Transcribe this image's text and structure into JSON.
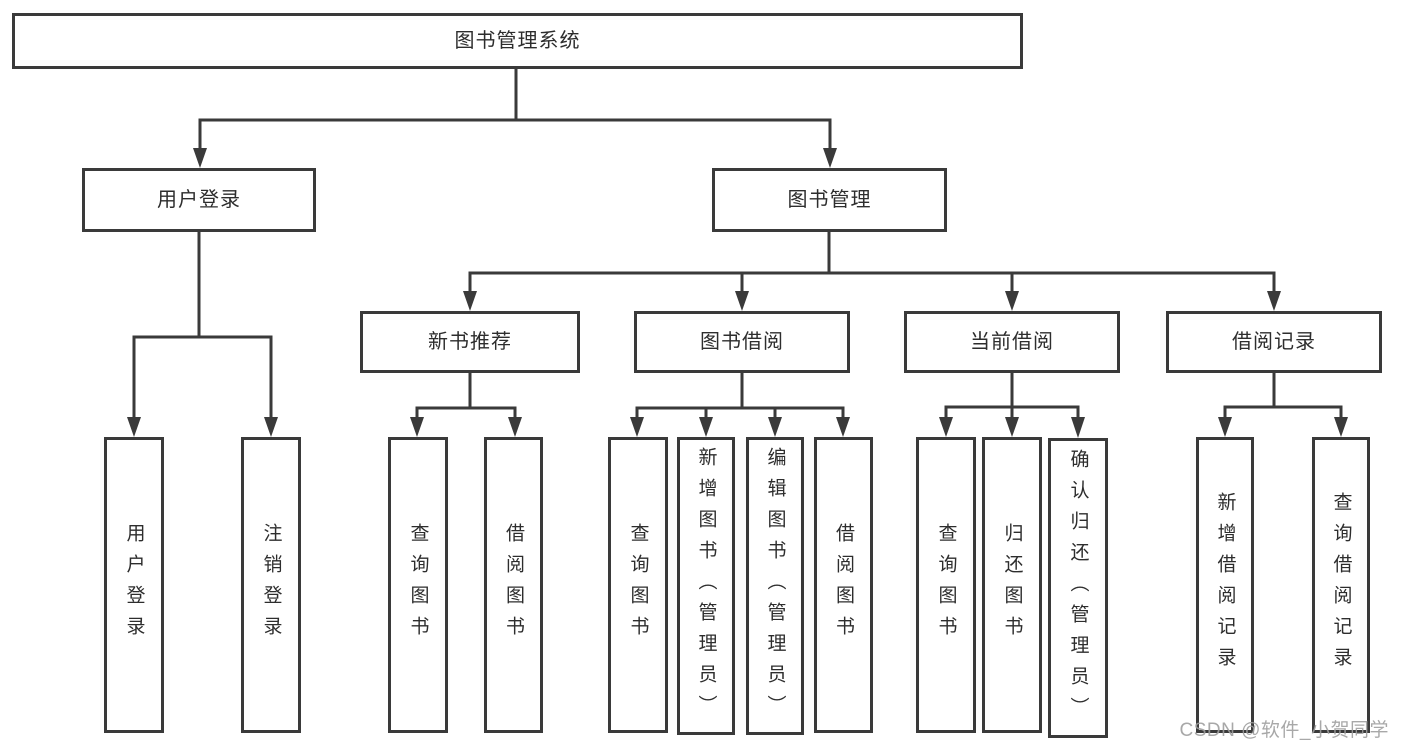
{
  "diagram": {
    "title": "图书管理系统",
    "nodes": {
      "root": {
        "label": "图书管理系统"
      },
      "user_login": {
        "label": "用户登录"
      },
      "book_mgmt": {
        "label": "图书管理"
      },
      "new_book_rec": {
        "label": "新书推荐"
      },
      "book_borrow": {
        "label": "图书借阅"
      },
      "current_borrow": {
        "label": "当前借阅"
      },
      "borrow_record": {
        "label": "借阅记录"
      },
      "leaf_user_login": {
        "label": "用户登录"
      },
      "leaf_logout": {
        "label": "注销登录"
      },
      "leaf_rec_query_book": {
        "label": "查询图书"
      },
      "leaf_rec_borrow_book": {
        "label": "借阅图书"
      },
      "leaf_bb_query_book": {
        "label": "查询图书"
      },
      "leaf_bb_add_book": {
        "label": "新增图书（管理员）"
      },
      "leaf_bb_edit_book": {
        "label": "编辑图书（管理员）"
      },
      "leaf_bb_borrow_book": {
        "label": "借阅图书"
      },
      "leaf_cb_query_book": {
        "label": "查询图书"
      },
      "leaf_cb_return_book": {
        "label": "归还图书"
      },
      "leaf_cb_confirm_return": {
        "label": "确认归还（管理员）"
      },
      "leaf_br_add_record": {
        "label": "新增借阅记录"
      },
      "leaf_br_query_record": {
        "label": "查询借阅记录"
      }
    },
    "edges": [
      {
        "from": "图书管理系统",
        "to": "用户登录"
      },
      {
        "from": "图书管理系统",
        "to": "图书管理"
      },
      {
        "from": "用户登录",
        "to": "用户登录"
      },
      {
        "from": "用户登录",
        "to": "注销登录"
      },
      {
        "from": "图书管理",
        "to": "新书推荐"
      },
      {
        "from": "图书管理",
        "to": "图书借阅"
      },
      {
        "from": "图书管理",
        "to": "当前借阅"
      },
      {
        "from": "图书管理",
        "to": "借阅记录"
      },
      {
        "from": "新书推荐",
        "to": "查询图书"
      },
      {
        "from": "新书推荐",
        "to": "借阅图书"
      },
      {
        "from": "图书借阅",
        "to": "查询图书"
      },
      {
        "from": "图书借阅",
        "to": "新增图书（管理员）"
      },
      {
        "from": "图书借阅",
        "to": "编辑图书（管理员）"
      },
      {
        "from": "图书借阅",
        "to": "借阅图书"
      },
      {
        "from": "当前借阅",
        "to": "查询图书"
      },
      {
        "from": "当前借阅",
        "to": "归还图书"
      },
      {
        "from": "当前借阅",
        "to": "确认归还（管理员）"
      },
      {
        "from": "借阅记录",
        "to": "新增借阅记录"
      },
      {
        "from": "借阅记录",
        "to": "查询借阅记录"
      }
    ],
    "colors": {
      "line": "#3a3a3a",
      "border": "#3a3a3a",
      "text": "#2d2d2d",
      "background": "#ffffff",
      "watermark": "#9e9e9e"
    },
    "watermark": "CSDN @软件_小贺同学"
  }
}
